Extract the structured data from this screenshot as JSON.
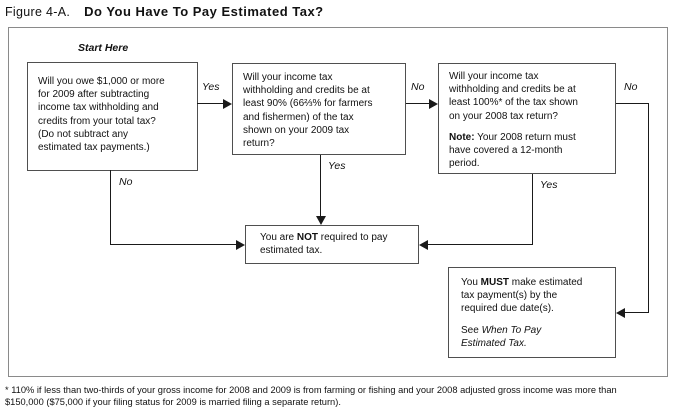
{
  "figure": {
    "label": "Figure 4-A.",
    "title": "Do You Have To Pay Estimated Tax?"
  },
  "flow": {
    "start_here": "Start Here",
    "q1_text": "Will you owe $1,000 or more\nfor 2009 after subtracting\nincome tax withholding and\ncredits from your total tax?\n(Do not subtract any\nestimated tax payments.)",
    "q2_text": "Will your income tax\nwithholding and credits be at\nleast 90% (66⅔% for farmers\nand fishermen) of the tax\nshown on your 2009 tax\nreturn?",
    "q3_main": "Will your income tax\nwithholding and credits be at\nleast 100%* of the tax shown\non your 2008 tax return?",
    "q3_note_label": "Note:",
    "q3_note_rest": " Your 2008 return must\nhave covered a 12-month\nperiod.",
    "not_pre": "You are ",
    "not_bold": "NOT",
    "not_post": " required to pay\nestimated tax.",
    "must_pre": "You ",
    "must_bold": "MUST",
    "must_post": " make estimated\ntax payment(s) by the\nrequired due date(s).",
    "see_pre": "See ",
    "see_italic": "When To Pay\nEstimated Tax.",
    "labels": {
      "yes1": "Yes",
      "no1": "No",
      "yes2": "Yes",
      "no2": "No",
      "yes3": "Yes",
      "no3": "No"
    }
  },
  "footnote": "* 110% if less than two-thirds of your gross income for 2008 and 2009 is from farming or fishing and your 2008 adjusted gross income was more than\n$150,000 ($75,000 if your filing status for 2009 is married filing a separate return)."
}
